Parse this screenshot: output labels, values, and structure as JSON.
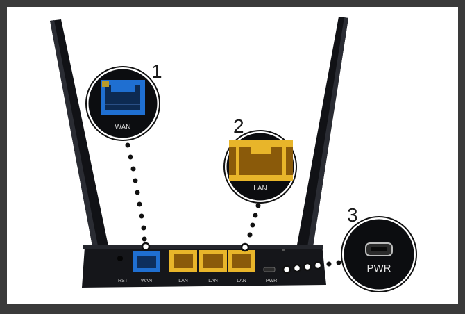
{
  "callouts": [
    {
      "number": "1",
      "label": "WAN"
    },
    {
      "number": "2",
      "label": "LAN"
    },
    {
      "number": "3",
      "label": "PWR"
    }
  ],
  "rear_panel": {
    "labels": [
      "RST",
      "WAN",
      "LAN",
      "LAN",
      "LAN",
      "PWR"
    ]
  },
  "colors": {
    "background": "#ffffff",
    "frame": "#3a3a3a",
    "router_body": "#15161a",
    "wan_port": "#1f6fd1",
    "lan_port": "#e8b52a",
    "antenna": "#111216"
  },
  "icons": [
    "antenna-icon",
    "ethernet-port-icon",
    "power-port-icon"
  ]
}
